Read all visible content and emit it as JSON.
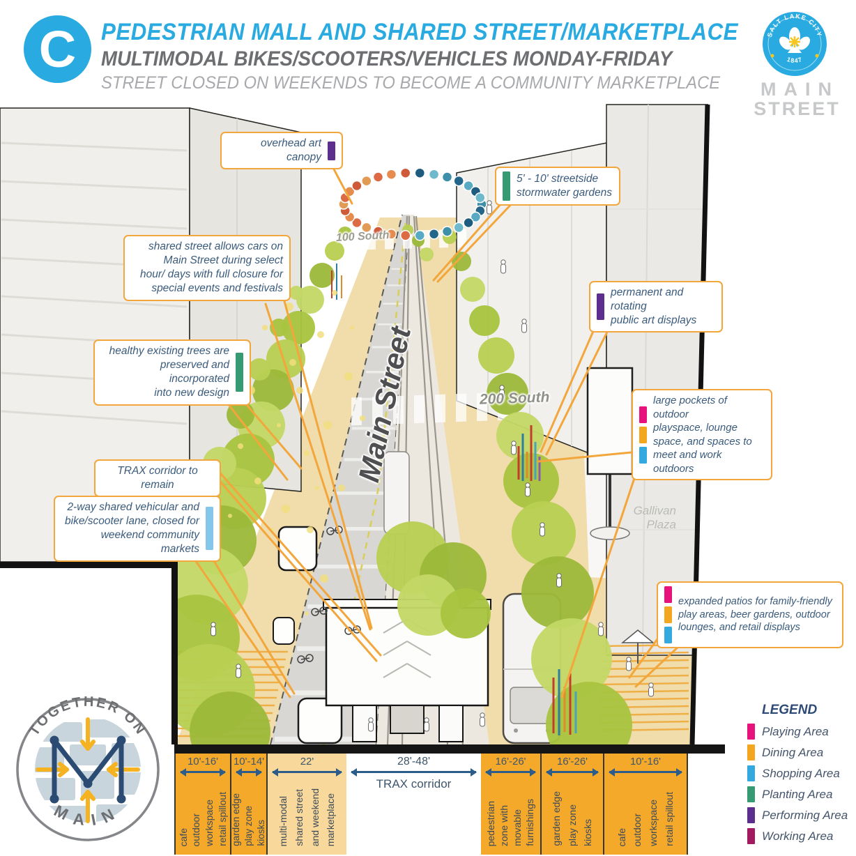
{
  "header": {
    "badge": "C",
    "title": "PEDESTRIAN MALL AND SHARED STREET/MARKETPLACE",
    "subtitle": "MULTIMODAL BIKES/SCOOTERS/VEHICLES MONDAY-FRIDAY",
    "tagline": "STREET CLOSED ON WEEKENDS TO BECOME A COMMUNITY MARKETPLACE",
    "accent_color": "#29ABE2"
  },
  "branding": {
    "seal_arc": "SALT LAKE CITY",
    "seal_year": "1847",
    "wordmark1": "MAIN",
    "wordmark2": "STREET"
  },
  "footer_logo": {
    "arc_top": "TOGETHER ON",
    "arc_bottom": "MAIN"
  },
  "map_labels": {
    "s100": "100 South",
    "main": "Main Street",
    "s200": "200 South",
    "gallivan": "Gallivan\nPlaza"
  },
  "callouts": [
    {
      "text": "overhead art canopy",
      "swatches": [
        "#5C2E8E"
      ]
    },
    {
      "text": "5' - 10' streetside\nstormwater gardens",
      "swatches": [
        "#369B72"
      ]
    },
    {
      "text": "shared street allows cars on\nMain Street during select\nhour/ days with full closure for\nspecial events and festivals",
      "swatches": []
    },
    {
      "text": "permanent and rotating\npublic art displays",
      "swatches": [
        "#5C2E8E"
      ]
    },
    {
      "text": "healthy existing trees are\npreserved and incorporated\ninto new design",
      "swatches": [
        "#369B72"
      ]
    },
    {
      "text": "TRAX corridor to remain",
      "swatches": []
    },
    {
      "text": "2-way shared vehicular and\nbike/scooter lane, closed for\nweekend community markets",
      "swatches": [
        "#85C7EA"
      ]
    },
    {
      "text": "large pockets of outdoor\nplayspace, lounge\nspace, and spaces to\nmeet and work outdoors",
      "swatches": [
        "#E8127C",
        "#F3A61F",
        "#33A9E0"
      ]
    },
    {
      "text": "expanded patios for family-friendly\nplay areas, beer gardens, outdoor\nlounges, and retail displays",
      "swatches": [
        "#E8127C",
        "#F3A61F",
        "#33A9E0"
      ]
    }
  ],
  "legend": {
    "title": "LEGEND",
    "items": [
      {
        "label": "Playing Area",
        "color": "#E8127C"
      },
      {
        "label": "Dining Area",
        "color": "#F3A61F"
      },
      {
        "label": "Shopping Area",
        "color": "#33A9E0"
      },
      {
        "label": "Planting Area",
        "color": "#369B72"
      },
      {
        "label": "Performing Area",
        "color": "#5C2E8E"
      },
      {
        "label": "Working Area",
        "color": "#A21A5F"
      }
    ]
  },
  "section_bar": {
    "sections": [
      {
        "dimension": "10'-16'",
        "lines": [
          "cafe",
          "outdoor",
          "workspace",
          "retail spillout"
        ],
        "color": "#F5A92B"
      },
      {
        "dimension": "10'-14'",
        "lines": [
          "garden edge",
          "play zone",
          "kiosks"
        ],
        "color": "#F5A92B"
      },
      {
        "dimension": "22'",
        "lines": [
          "multi-modal",
          "shared street",
          "and weekend",
          "marketplace"
        ],
        "color": "#F8D99B"
      },
      {
        "dimension": "28'-48'",
        "label": "TRAX corridor",
        "color": "#FFFFFF"
      },
      {
        "dimension": "16'-26'",
        "lines": [
          "pedestrian",
          "zone with",
          "movable",
          "furnishings"
        ],
        "color": "#F5A92B"
      },
      {
        "dimension": "16'-26'",
        "lines": [
          "garden edge",
          "play zone",
          "kiosks"
        ],
        "color": "#F5A92B"
      },
      {
        "dimension": "10'-16'",
        "lines": [
          "cafe",
          "outdoor",
          "workspace",
          "retail spillout"
        ],
        "color": "#F5A92B"
      }
    ]
  }
}
